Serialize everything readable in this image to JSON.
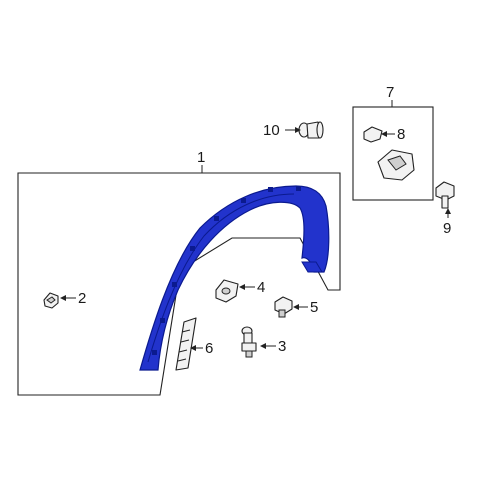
{
  "callouts": [
    {
      "id": "1",
      "label": "1"
    },
    {
      "id": "2",
      "label": "2"
    },
    {
      "id": "3",
      "label": "3"
    },
    {
      "id": "4",
      "label": "4"
    },
    {
      "id": "5",
      "label": "5"
    },
    {
      "id": "6",
      "label": "6"
    },
    {
      "id": "7",
      "label": "7"
    },
    {
      "id": "8",
      "label": "8"
    },
    {
      "id": "9",
      "label": "9"
    },
    {
      "id": "10",
      "label": "10"
    }
  ],
  "colors": {
    "highlight_part": "#2233cc",
    "highlight_part_dark": "#0b1a8f",
    "line": "#222222"
  }
}
